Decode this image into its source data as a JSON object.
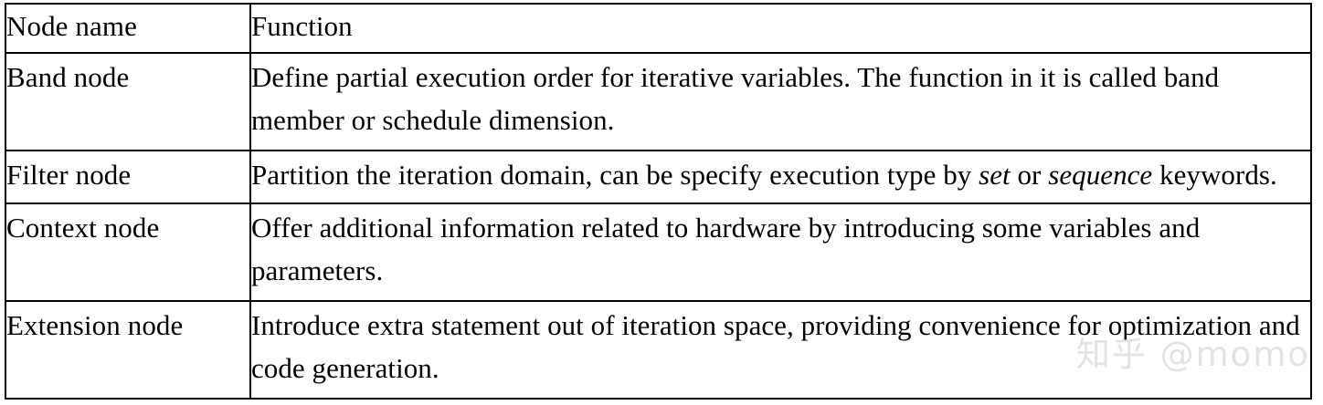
{
  "document": {
    "type": "table",
    "columns": [
      "Node name",
      "Function"
    ],
    "rows": [
      {
        "name": "Band node",
        "function_lines": [
          "Define partial execution order for iterative variables. The function in it",
          "is called band member or schedule dimension."
        ],
        "function_plain": "Define partial execution order for iterative variables. The function in it is called band member or schedule dimension.",
        "italic_terms": []
      },
      {
        "name": "Filter node",
        "function_prefix": "Partition the iteration domain, can be specify execution type by ",
        "italic_1": "set",
        "function_middle": " or ",
        "italic_2": "sequence",
        "function_suffix": " keywords.",
        "function_plain": "Partition the iteration domain, can be specify execution type by set or sequence keywords.",
        "italic_terms": [
          "set",
          "sequence"
        ]
      },
      {
        "name": "Context node",
        "function_lines": [
          "Offer additional information related to hardware by introducing some",
          "variables and parameters."
        ],
        "function_plain": "Offer additional information related to hardware by introducing some variables and parameters.",
        "italic_terms": []
      },
      {
        "name": "Extension node",
        "function_lines": [
          "Introduce extra statement out of iteration space, providing convenience",
          "for optimization and code generation."
        ],
        "function_plain": "Introduce extra statement out of iteration space, providing convenience for optimization and code generation.",
        "italic_terms": []
      }
    ]
  },
  "watermark": {
    "text": "知乎 @momo",
    "color": "#e3e3e3"
  },
  "colors": {
    "background": "#ffffff",
    "text": "#000000",
    "border": "#000000"
  }
}
